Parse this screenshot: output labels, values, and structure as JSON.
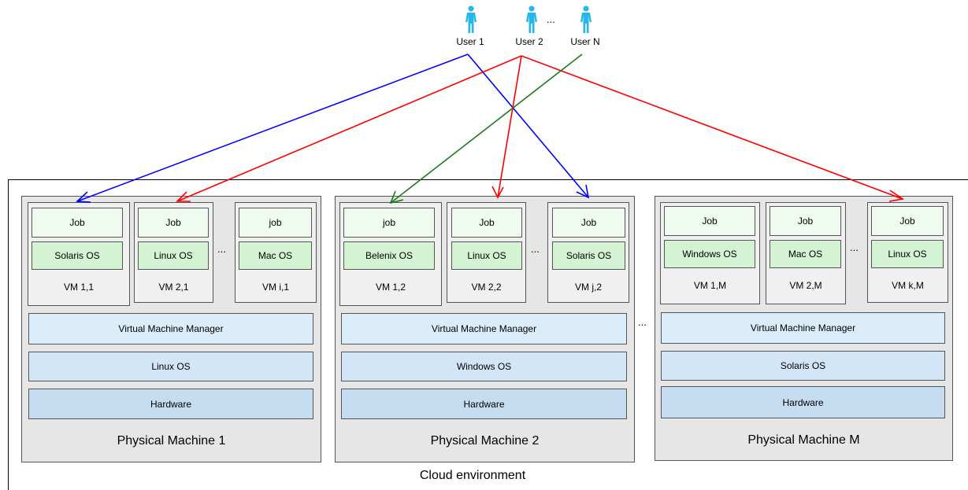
{
  "users": [
    {
      "label": "User 1"
    },
    {
      "label": "User 2"
    },
    {
      "label": "User N"
    }
  ],
  "users_ellipsis": "...",
  "cloud_label": "Cloud environment",
  "machines_ellipsis": "...",
  "vm_ellipsis": "...",
  "machines": [
    {
      "label": "Physical Machine 1",
      "vmm": "Virtual Machine Manager",
      "host_os": "Linux OS",
      "hardware": "Hardware",
      "vms": [
        {
          "job": "Job",
          "os": "Solaris OS",
          "name": "VM 1,1"
        },
        {
          "job": "Job",
          "os": "Linux OS",
          "name": "VM 2,1"
        },
        {
          "job": "job",
          "os": "Mac OS",
          "name": "VM i,1"
        }
      ]
    },
    {
      "label": "Physical Machine 2",
      "vmm": "Virtual Machine Manager",
      "host_os": "Windows OS",
      "hardware": "Hardware",
      "vms": [
        {
          "job": "job",
          "os": "Belenix OS",
          "name": "VM 1,2"
        },
        {
          "job": "Job",
          "os": "Linux OS",
          "name": "VM 2,2"
        },
        {
          "job": "Job",
          "os": "Solaris OS",
          "name": "VM j,2"
        }
      ]
    },
    {
      "label": "Physical Machine M",
      "vmm": "Virtual Machine Manager",
      "host_os": "Solaris OS",
      "hardware": "Hardware",
      "vms": [
        {
          "job": "Job",
          "os": "Windows OS",
          "name": "VM 1,M"
        },
        {
          "job": "Job",
          "os": "Mac OS",
          "name": "VM 2,M"
        },
        {
          "job": "Job",
          "os": "Linux OS",
          "name": "VM k,M"
        }
      ]
    }
  ],
  "colors": {
    "user_icon": "#29b6e8",
    "user1_arrows": "#0000ff",
    "user2_arrows": "#ff0000",
    "userN_arrows": "#1a7a1a"
  }
}
